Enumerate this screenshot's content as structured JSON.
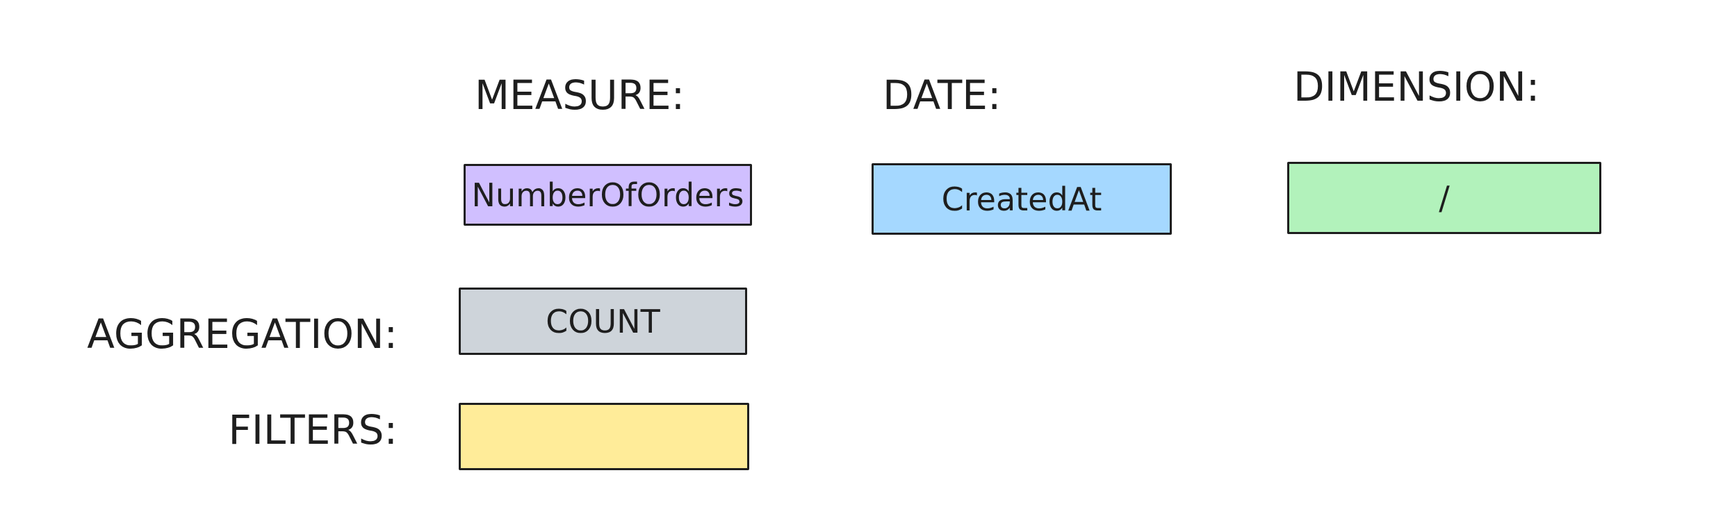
{
  "labels": {
    "measure": "MEASURE:",
    "date": "DATE:",
    "dimension": "DIMENSION:",
    "aggregation": "AGGREGATION:",
    "filters": "FILTERS:"
  },
  "boxes": {
    "measure": {
      "value": "NumberOfOrders",
      "color": "#d0bfff"
    },
    "date": {
      "value": "CreatedAt",
      "color": "#a5d8ff"
    },
    "dimension": {
      "value": "/",
      "color": "#b2f2bb"
    },
    "aggregation": {
      "value": "COUNT",
      "color": "#ced4da"
    },
    "filters": {
      "value": "",
      "color": "#ffec99"
    }
  }
}
